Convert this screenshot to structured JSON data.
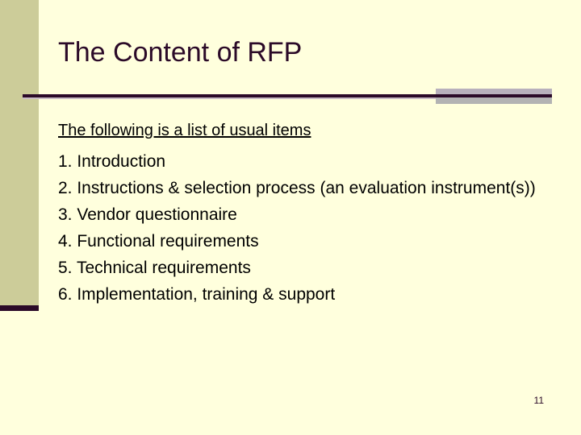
{
  "slide": {
    "title": "The Content of RFP",
    "lead": "The following is a list of usual items",
    "items": [
      "1. Introduction",
      "2. Instructions & selection process (an evaluation instrument(s))",
      "3. Vendor questionnaire",
      "4. Functional requirements",
      "5. Technical requirements",
      "6. Implementation, training & support"
    ],
    "page_number": "11",
    "colors": {
      "background": "#FFFFDD",
      "side_band": "#CCCC99",
      "accent_dark": "#2B0A28",
      "rule_grey": "#B3B3B3",
      "body_text": "#000000"
    }
  }
}
